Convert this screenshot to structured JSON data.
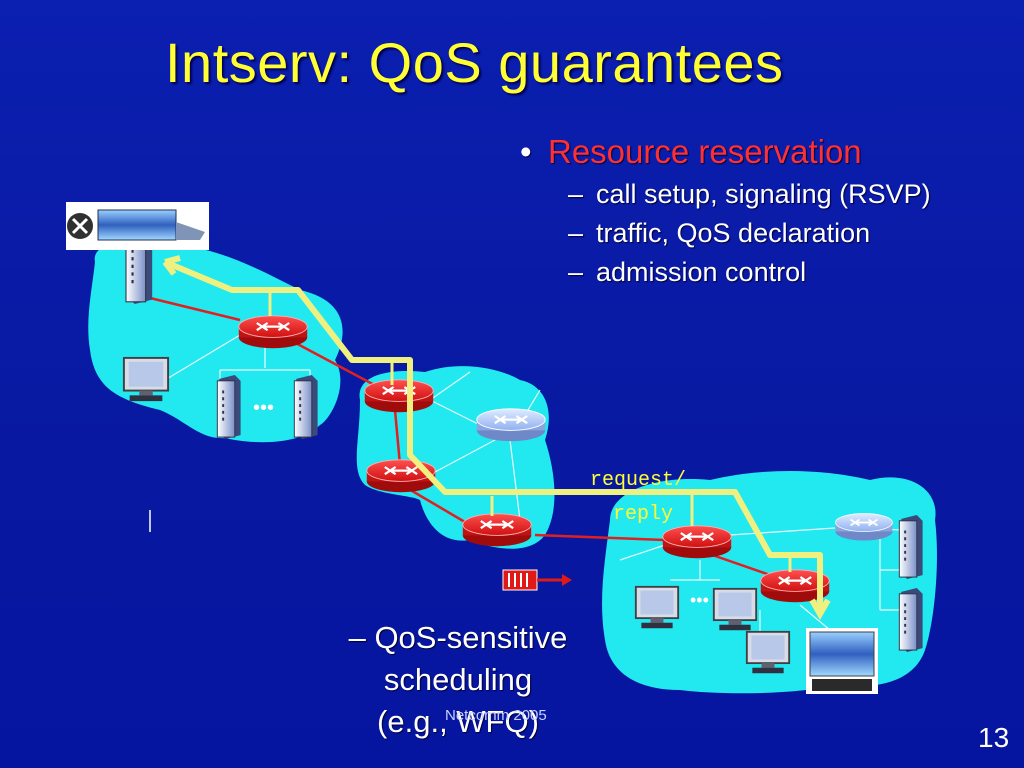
{
  "title": "Intserv: QoS guarantees",
  "bullets": {
    "main": "Resource reservation",
    "items": [
      "call setup, signaling (RSVP)",
      "traffic, QoS declaration",
      "admission control"
    ]
  },
  "scheduling": {
    "line1": "QoS-sensitive",
    "line2": "scheduling",
    "line3": "(e.g., WFQ)"
  },
  "labels": {
    "request": "request/",
    "reply": "reply"
  },
  "footer": "Netcomm 2005",
  "page_number": "13",
  "colors": {
    "background": "#0a1aa0",
    "title": "#ffff33",
    "bullet": "#ff3030",
    "cloud": "#22e8f0",
    "router_red": "#e81818",
    "router_blue": "#a8c8ff",
    "path": "#f0f080"
  }
}
